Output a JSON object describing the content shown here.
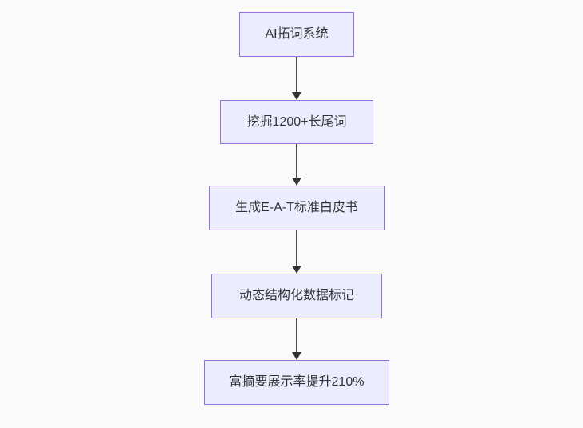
{
  "diagram": {
    "type": "flowchart",
    "direction": "top-down",
    "colors": {
      "background": "#fafafa",
      "node_fill": "#ECECFF",
      "node_border": "#9370DB",
      "edge_line": "#4a4a4a",
      "arrow_head": "#333333",
      "text": "#333333"
    },
    "nodes": [
      {
        "label": "AI拓词系统"
      },
      {
        "label": "挖掘1200+长尾词"
      },
      {
        "label": "生成E-A-T标准白皮书"
      },
      {
        "label": "动态结构化数据标记"
      },
      {
        "label": "富摘要展示率提升210%"
      }
    ],
    "edges": [
      {
        "from": "AI拓词系统",
        "to": "挖掘1200+长尾词"
      },
      {
        "from": "挖掘1200+长尾词",
        "to": "生成E-A-T标准白皮书"
      },
      {
        "from": "生成E-A-T标准白皮书",
        "to": "动态结构化数据标记"
      },
      {
        "from": "动态结构化数据标记",
        "to": "富摘要展示率提升210%"
      }
    ]
  }
}
